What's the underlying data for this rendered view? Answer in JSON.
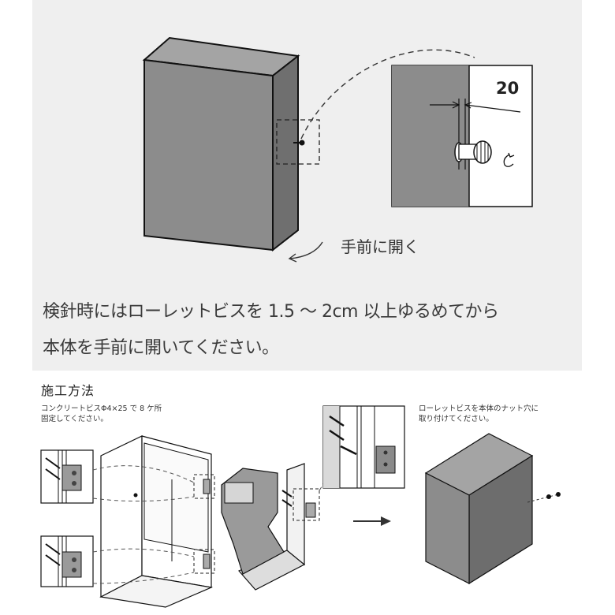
{
  "top_section": {
    "dimension_value": "20",
    "open_label": "手前に開く",
    "instruction_line1": "検針時にはローレットビスを 1.5 ～ 2cm 以上ゆるめてから",
    "instruction_line2": "本体を手前に開いてください。",
    "panel_color": "#efefef",
    "box_color": "#8c8c8c"
  },
  "bottom_section": {
    "title": "施工方法",
    "note_left_line1": "コンクリートビスΦ4×25 で 8 ケ所",
    "note_left_line2": "固定してください。",
    "note_right_line1": "ローレットビスを本体のナット穴に",
    "note_right_line2": "取り付けてください。"
  }
}
